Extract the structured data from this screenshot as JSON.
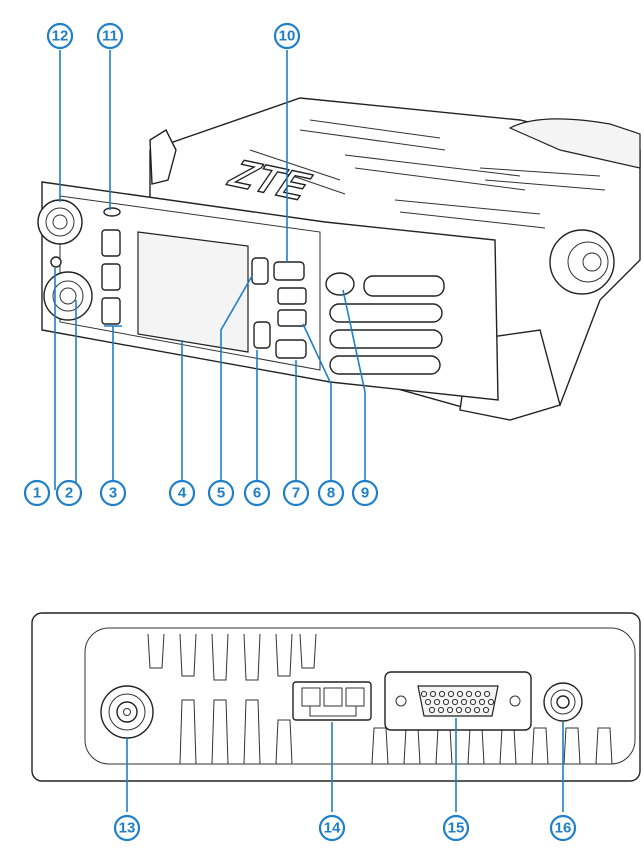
{
  "front_view": {
    "brand_logo": "ZTE",
    "callouts": [
      {
        "id": "c1",
        "label": "1"
      },
      {
        "id": "c2",
        "label": "2"
      },
      {
        "id": "c3",
        "label": "3"
      },
      {
        "id": "c4",
        "label": "4"
      },
      {
        "id": "c5",
        "label": "5"
      },
      {
        "id": "c6",
        "label": "6"
      },
      {
        "id": "c7",
        "label": "7"
      },
      {
        "id": "c8",
        "label": "8"
      },
      {
        "id": "c9",
        "label": "9"
      },
      {
        "id": "c10",
        "label": "10"
      },
      {
        "id": "c11",
        "label": "11"
      },
      {
        "id": "c12",
        "label": "12"
      }
    ]
  },
  "rear_view": {
    "callouts": [
      {
        "id": "c13",
        "label": "13"
      },
      {
        "id": "c14",
        "label": "14"
      },
      {
        "id": "c15",
        "label": "15"
      },
      {
        "id": "c16",
        "label": "16"
      }
    ]
  },
  "colors": {
    "callout": "#1f7fc8",
    "line_art": "#222222",
    "background": "#ffffff"
  }
}
